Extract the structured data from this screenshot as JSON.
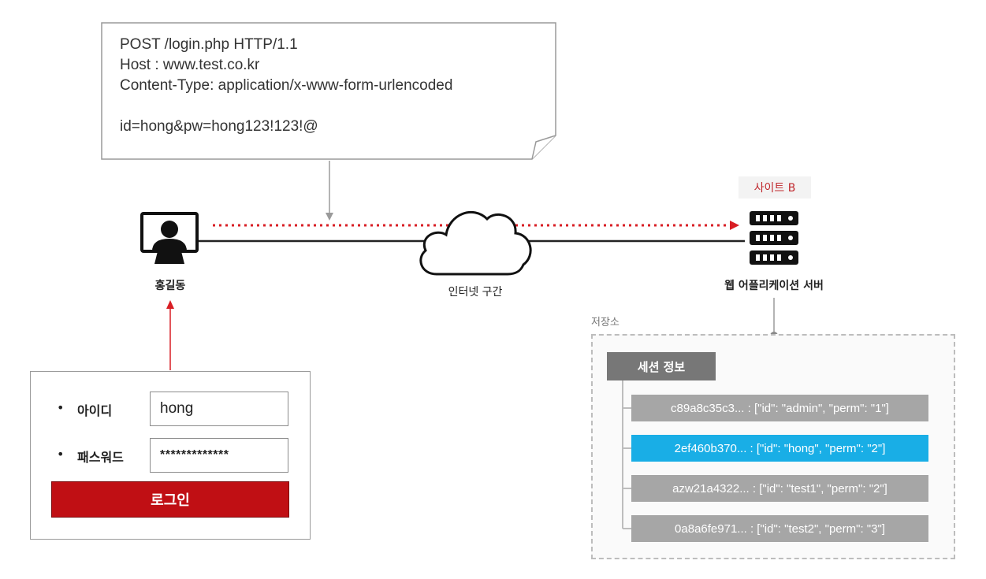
{
  "request": {
    "lines": [
      "POST /login.php HTTP/1.1",
      "Host : www.test.co.kr",
      "Content-Type: application/x-www-form-urlencoded"
    ],
    "body": "id=hong&pw=hong123!123!@"
  },
  "user": {
    "name": "홍길동"
  },
  "network": {
    "label": "인터넷 구간"
  },
  "server": {
    "site_badge": "사이트 B",
    "label": "웹 어플리케이션 서버"
  },
  "storage": {
    "label": "저장소",
    "session_title": "세션 정보",
    "sessions": [
      "c89a8c35c3... : [\"id\": \"admin\", \"perm\": \"1\"]",
      "2ef460b370... : [\"id\": \"hong\", \"perm\": \"2\"]",
      "azw21a4322... : [\"id\": \"test1\", \"perm\": \"2\"]",
      "0a8a6fe971... : [\"id\": \"test2\", \"perm\": \"3\"]"
    ],
    "highlighted_index": 1
  },
  "login_form": {
    "id_label": "아이디",
    "id_value": "hong",
    "pw_label": "패스워드",
    "pw_value": "*************",
    "submit_label": "로그인"
  },
  "colors": {
    "accent_red": "#c00f14",
    "highlight_blue": "#19aee6",
    "session_gray": "#a6a6a6"
  }
}
